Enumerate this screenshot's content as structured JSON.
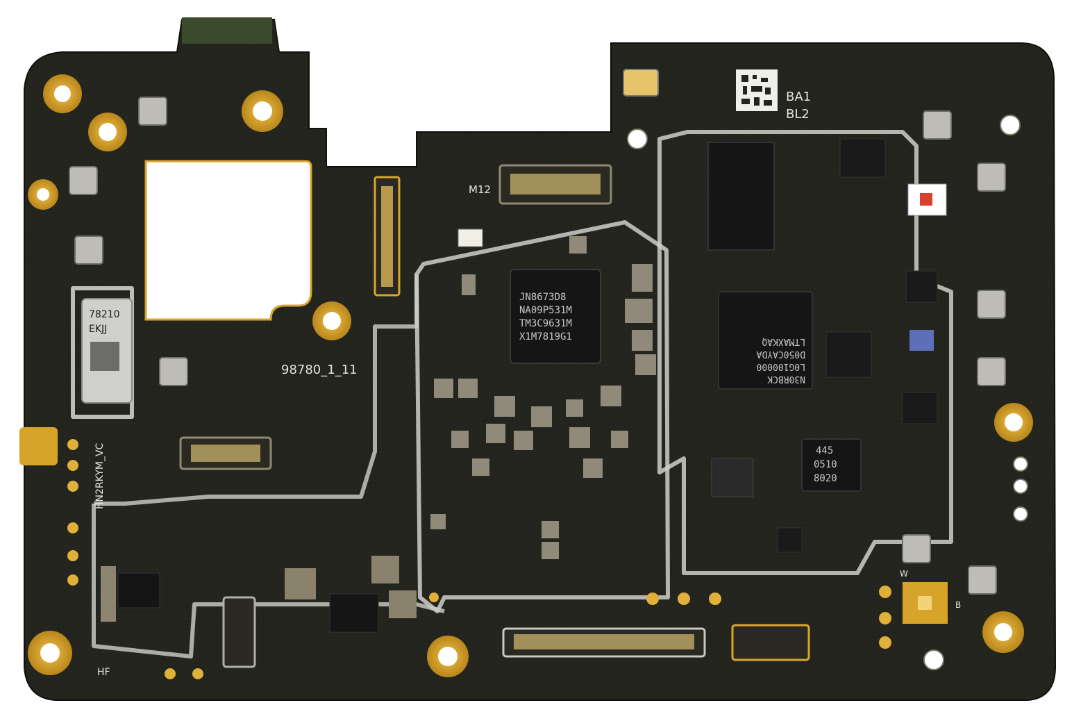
{
  "board": {
    "silk_part_no": "98780_1_11",
    "silk_vertical": "HN2RKYM_VC",
    "silk_hf": "HF",
    "silk_m12": "M12",
    "silk_w": "W",
    "silk_b": "B",
    "silk_ba1": "BA1",
    "silk_bl2": "BL2"
  },
  "chips": {
    "soc": [
      "JN8673D8",
      "NA09P531M",
      "TM3C9631M",
      "X1M7819G1"
    ],
    "ic_right": [
      "N30RBCK",
      "L0G100000",
      "D050CAYDA",
      "LTMAXKAQ"
    ],
    "ic_small": [
      "445",
      "0510",
      "8020"
    ],
    "module_left": [
      "78210",
      "EKJJ"
    ]
  },
  "colors": {
    "board": "#1c1d17",
    "gold": "#d9a52b",
    "silver": "#c9c9c4"
  }
}
